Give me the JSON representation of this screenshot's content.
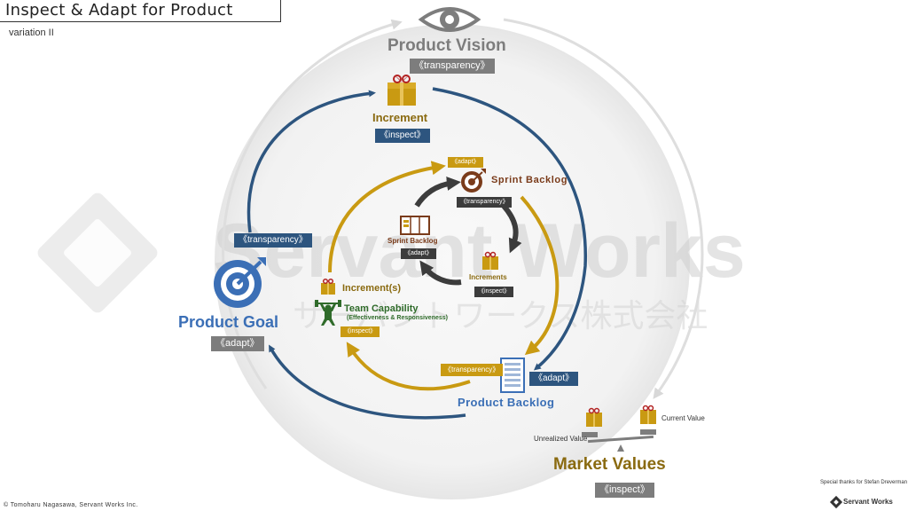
{
  "title": "Inspect & Adapt for Product",
  "subtitle": "variation II",
  "watermark": {
    "main": "Servant Works",
    "sub": "サーバントワークス株式会社"
  },
  "outer": {
    "product_vision": {
      "label": "Product Vision",
      "tag": "《transparency》",
      "icon": "eye-icon"
    },
    "product_goal": {
      "label": "Product Goal",
      "tag": "《adapt》",
      "icon": "target-icon"
    },
    "market_values": {
      "label": "Market Values",
      "tag": "《inspect》",
      "icon": "balance-scale-icon"
    }
  },
  "middle": {
    "increment": {
      "label": "Increment",
      "tag": "《inspect》",
      "icon": "gift-box-icon"
    },
    "goal_tag": "《transparency》",
    "product_backlog": {
      "label": "Product Backlog",
      "tag_left": "《transparency》",
      "tag_right": "《adapt》",
      "icon": "backlog-list-icon"
    }
  },
  "inner": {
    "sprint_backlog_top": {
      "label": "Sprint Backlog",
      "tag_above": "《adapt》",
      "tag_below": "《transparency》",
      "icon": "target-arrow-icon"
    },
    "increments_label": "Increment(s)",
    "team_capability": {
      "label": "Team Capability",
      "detail": "(Effectiveness & Responsiveness)",
      "tag": "《inspect》",
      "icon": "strong-person-icon"
    }
  },
  "core": {
    "sprint_backlog": {
      "label": "Sprint Backlog",
      "tag": "《adapt》",
      "icon": "kanban-board-icon"
    },
    "increments": {
      "label": "Increments",
      "tag": "《inspect》",
      "icon": "gift-box-icon"
    }
  },
  "scale": {
    "current_value": "Current Value",
    "unrealized_value": "Unrealized Value"
  },
  "footer": {
    "thanks": "Special thanks for Stefan Dreverman",
    "copyright": "© Tomoharu Nagasawa, Servant Works Inc.",
    "logo_text": "Servant Works"
  },
  "colors": {
    "blue": "#2d557f",
    "gold": "#c99a12",
    "dark": "#3c3c3c",
    "grey": "#7d7d7d",
    "olive": "#8a6a10",
    "brown": "#7a3b1a",
    "green": "#2f6b2a",
    "goal_blue": "#3b6fb6"
  }
}
